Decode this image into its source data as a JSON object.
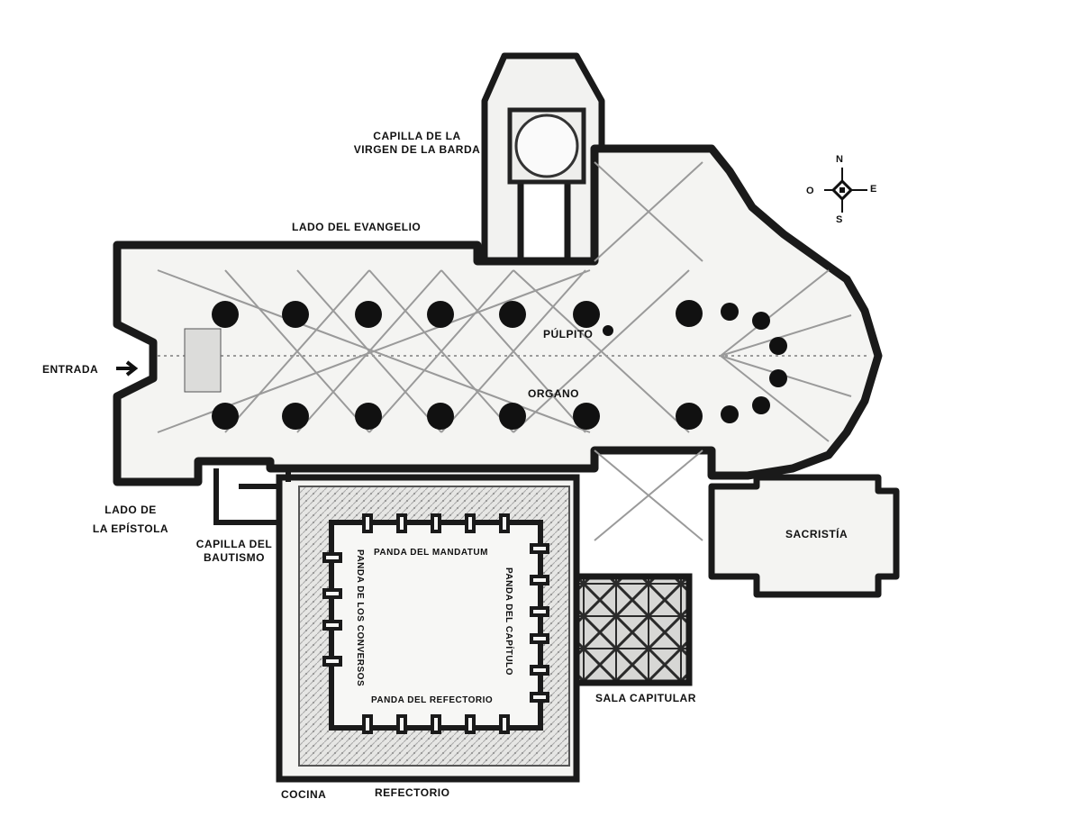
{
  "labels": {
    "capilla_virgen_line1": "CAPILLA DE LA",
    "capilla_virgen_line2": "VIRGEN DE LA BARDA",
    "lado_evangelio": "LADO DEL EVANGELIO",
    "pulpito": "PÚLPITO",
    "organo": "ORGANO",
    "entrada": "ENTRADA",
    "lado_epistola_line1": "LADO DE",
    "lado_epistola_line2": "LA EPÍSTOLA",
    "capilla_bautismo_line1": "CAPILLA DEL",
    "capilla_bautismo_line2": "BAUTISMO",
    "panda_mandatum": "PANDA DEL MANDATUM",
    "panda_conversos": "PANDA DE LOS CONVERSOS",
    "panda_capitulo": "PANDA DEL CAPÍTULO",
    "panda_refectorio": "PANDA DEL REFECTORIO",
    "sacristia": "SACRISTÍA",
    "sala_capitular": "SALA CAPITULAR",
    "cocina": "COCINA",
    "refectorio": "REFECTORIO"
  },
  "compass": {
    "north": "N",
    "south": "S",
    "east": "E",
    "west": "O"
  },
  "icons": {
    "entrance_arrow": "arrow-right-icon",
    "pulpit_marker": "dot-marker-icon",
    "compass": "compass-rose-icon"
  },
  "colors": {
    "ink": "#111111",
    "wall": "#1a1a1a",
    "floor": "#f4f4f2",
    "rib": "#9a9a9a",
    "cloister_hatch": "#b8b8b8"
  }
}
